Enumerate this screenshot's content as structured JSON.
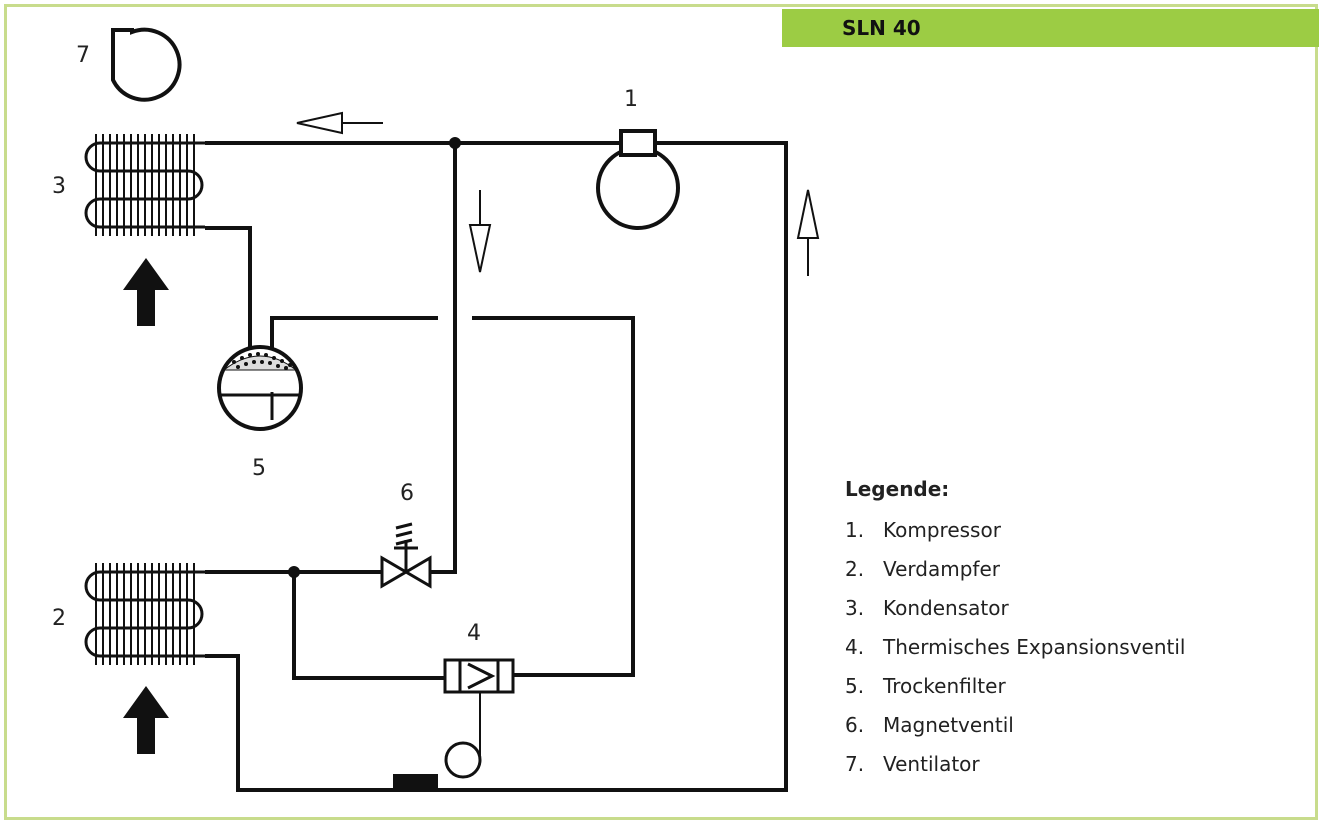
{
  "title": "SLN 40",
  "labels": {
    "compressor": "1",
    "evaporator": "2",
    "condenser": "3",
    "expansion_valve": "4",
    "drier": "5",
    "solenoid_valve": "6",
    "fan": "7"
  },
  "legend": {
    "title": "Legende:",
    "items": [
      {
        "num": "1.",
        "text": "Kompressor"
      },
      {
        "num": "2.",
        "text": "Verdampfer"
      },
      {
        "num": "3.",
        "text": "Kondensator"
      },
      {
        "num": "4.",
        "text": "Thermisches Expansionsventil"
      },
      {
        "num": "5.",
        "text": "Trockenfilter"
      },
      {
        "num": "6.",
        "text": "Magnetventil"
      },
      {
        "num": "7.",
        "text": "Ventilator"
      }
    ]
  },
  "colors": {
    "frame": "#c8dc8c",
    "title_bar": "#9ccc44",
    "line": "#111111"
  }
}
